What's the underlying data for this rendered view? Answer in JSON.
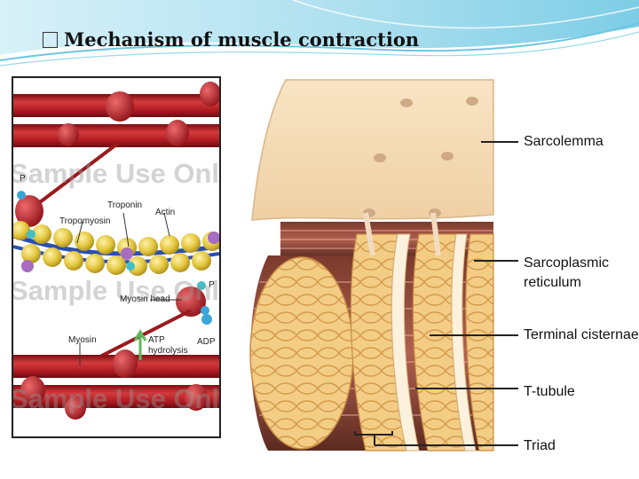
{
  "title": "Mechanism of muscle contraction",
  "left_diagram": {
    "labels": {
      "p_top": "P",
      "troponin": "Troponin",
      "actin": "Actin",
      "tropomyosin": "Tropomyosin",
      "p_right": "P",
      "myosin_head": "Myosin head",
      "myosin": "Myosin",
      "atp_hydrolysis_line1": "ATP",
      "atp_hydrolysis_line2": "hydrolysis",
      "adp": "ADP"
    },
    "watermark": "Sample Use Only"
  },
  "right_diagram": {
    "labels": {
      "sarcolemma": "Sarcolemma",
      "sarcoplasmic_line1": "Sarcoplasmic",
      "sarcoplasmic_line2": "reticulum",
      "terminal_cisternae": "Terminal cisternae",
      "t_tubule": "T-tubule",
      "triad": "Triad"
    }
  },
  "colors": {
    "myosin_red": "#b01c22",
    "actin_yellow": "#e2c53c",
    "tropomyosin_blue": "#2b4fb0",
    "reticulum_orange": "#f0c070",
    "sarcolemma_tan": "#f6dcb4",
    "header_blue": "#5bc0de"
  }
}
